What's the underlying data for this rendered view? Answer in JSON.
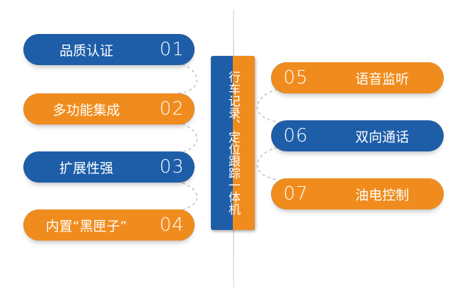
{
  "colors": {
    "blue": "#1e5ea9",
    "orange": "#f08c1e"
  },
  "center": {
    "label": "行车记录、定位跟踪一体机"
  },
  "left_items": [
    {
      "label": "品质认证",
      "number": "01",
      "color": "blue"
    },
    {
      "label": "多功能集成",
      "number": "02",
      "color": "orange"
    },
    {
      "label": "扩展性强",
      "number": "03",
      "color": "blue"
    },
    {
      "label": "内置“黑匣子”",
      "number": "04",
      "color": "orange"
    }
  ],
  "right_items": [
    {
      "label": "语音监听",
      "number": "05",
      "color": "orange"
    },
    {
      "label": "双向通话",
      "number": "06",
      "color": "blue"
    },
    {
      "label": "油电控制",
      "number": "07",
      "color": "orange"
    }
  ]
}
